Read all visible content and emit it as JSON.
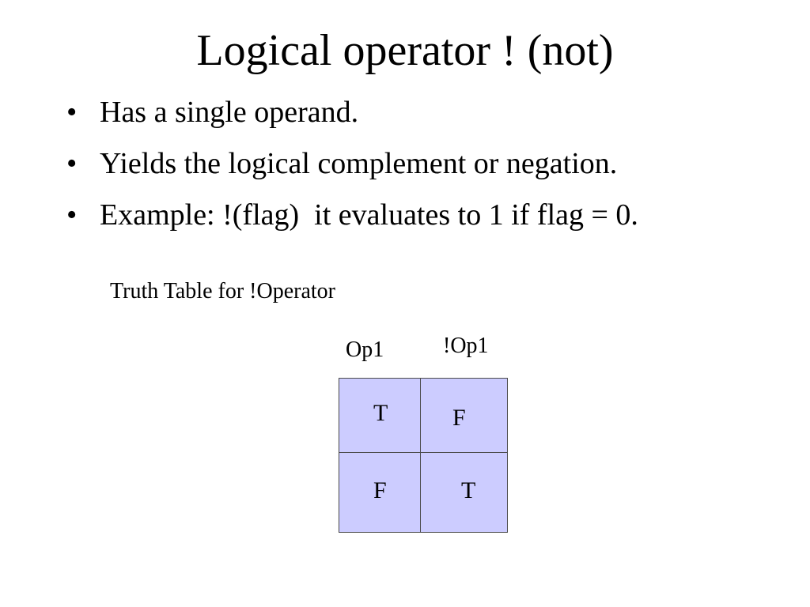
{
  "slide": {
    "title": "Logical operator ! (not)",
    "bullet_marker": "•",
    "bullets": [
      "Has a single operand.",
      "Yields the logical complement or negation.",
      "Example: !(flag)  it evaluates to 1 if flag = 0."
    ]
  },
  "truth_table": {
    "caption": "Truth Table for !Operator",
    "columns": [
      "Op1",
      "!Op1"
    ],
    "rows": [
      [
        "T",
        "F"
      ],
      [
        "F",
        "T"
      ]
    ],
    "cell_color": "#ccccff",
    "border_color": "#4a4a4a"
  }
}
